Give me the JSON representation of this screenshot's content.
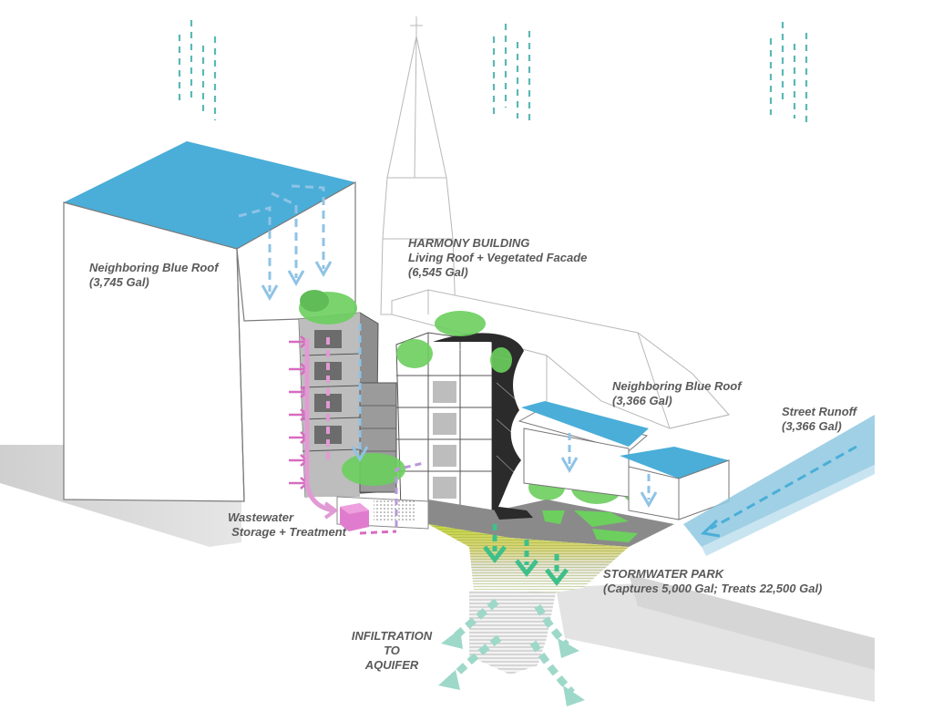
{
  "labels": {
    "neighbor_blue_roof_left": {
      "title": "Neighboring Blue Roof",
      "volume": "(3,745 Gal)"
    },
    "harmony_building": {
      "title": "HARMONY BUILDING",
      "subtitle": "Living Roof + Vegetated Facade",
      "volume": "(6,545 Gal)"
    },
    "neighbor_blue_roof_right": {
      "title": "Neighboring Blue Roof",
      "volume": "(3,366 Gal)"
    },
    "street_runoff": {
      "title": "Street Runoff",
      "volume": "(3,366 Gal)"
    },
    "wastewater": {
      "line1": "Wastewater",
      "line2": "Storage + Treatment"
    },
    "stormwater_park": {
      "title": "STORMWATER PARK",
      "detail": "(Captures 5,000 Gal; Treats 22,500 Gal)"
    },
    "infiltration": {
      "line1": "INFILTRATION",
      "line2": "TO",
      "line3": "AQUIFER"
    }
  },
  "colors": {
    "rain": "#5bb8b4",
    "blue_roof": "#4aaed8",
    "roof_flow": "#8fc3e6",
    "wastewater": "#d86bc0",
    "greenery": "#6ccf5e",
    "infiltration": "#9ed8c8",
    "ground": "#d0d0d0",
    "label": "#5a5a5a"
  }
}
